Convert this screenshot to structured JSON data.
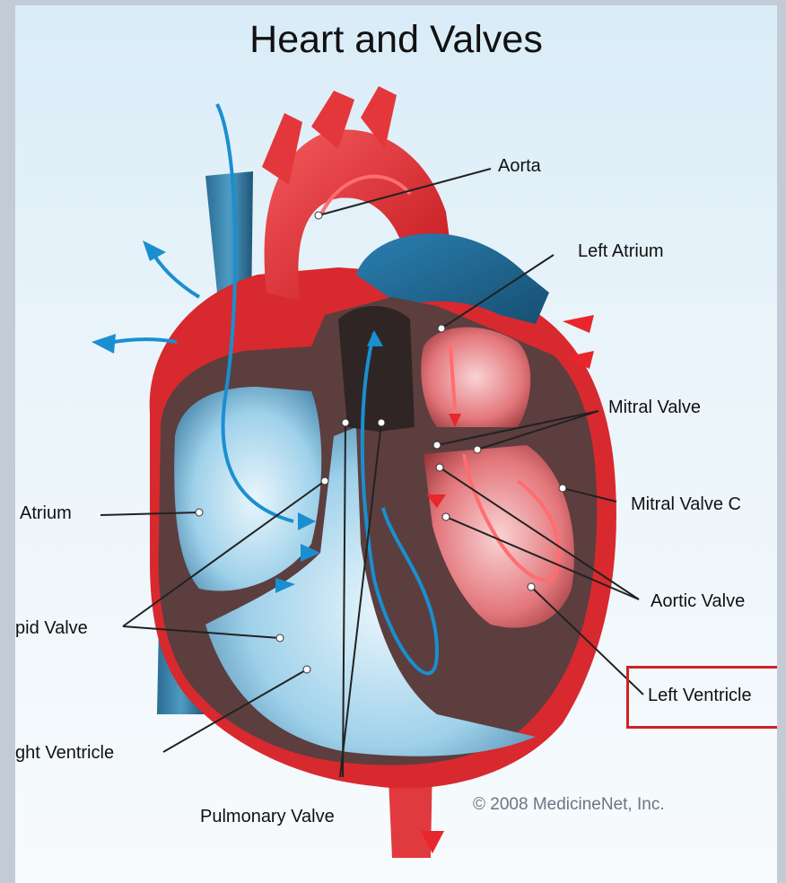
{
  "title": "Heart and Valves",
  "labels": {
    "aorta": "Aorta",
    "left_atrium": "Left Atrium",
    "mitral_valve": "Mitral Valve",
    "mitral_valve_chordae": "Mitral Valve C",
    "right_atrium": "Atrium",
    "aortic_valve": "Aortic Valve",
    "tricuspid_valve": "pid Valve",
    "left_ventricle": "Left Ventricle",
    "right_ventricle": "ght Ventricle",
    "pulmonary_valve": "Pulmonary Valve"
  },
  "copyright": "© 2008 MedicineNet, Inc.",
  "colors": {
    "oxygenated": "#e8262b",
    "deoxygenated": "#1a8fd0",
    "muscle": "#5a4040",
    "highlight": "#cc2424"
  }
}
